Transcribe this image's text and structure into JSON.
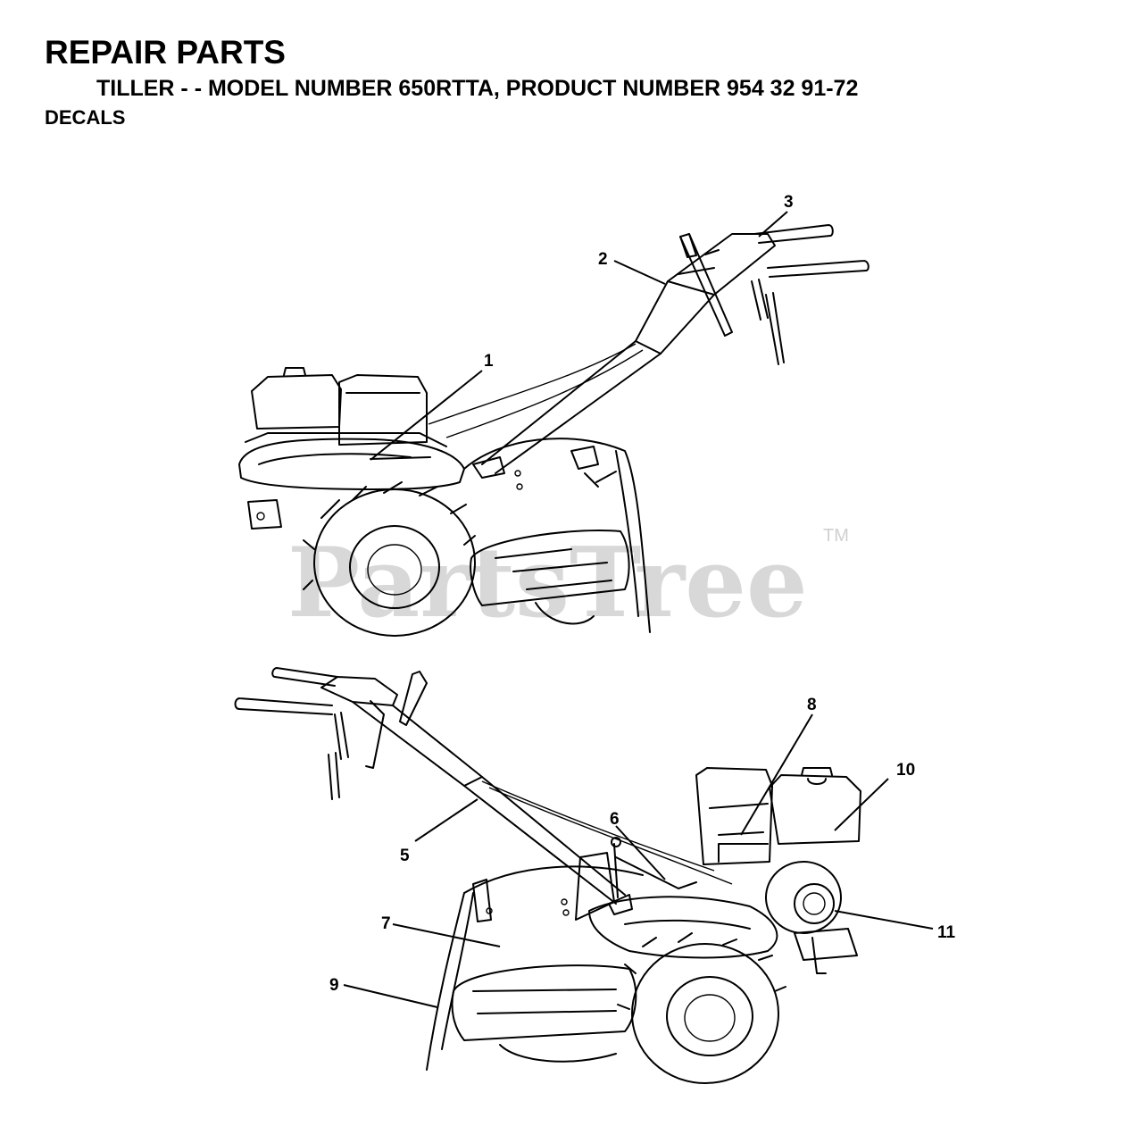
{
  "header": {
    "title": "REPAIR PARTS",
    "subtitle": "TILLER - - MODEL NUMBER 650RTTA, PRODUCT NUMBER 954 32 91-72",
    "section": "DECALS"
  },
  "watermark": {
    "text": "PartsTree",
    "tm": "TM"
  },
  "callouts": [
    "1",
    "2",
    "3",
    "5",
    "6",
    "7",
    "8",
    "9",
    "10",
    "11"
  ]
}
